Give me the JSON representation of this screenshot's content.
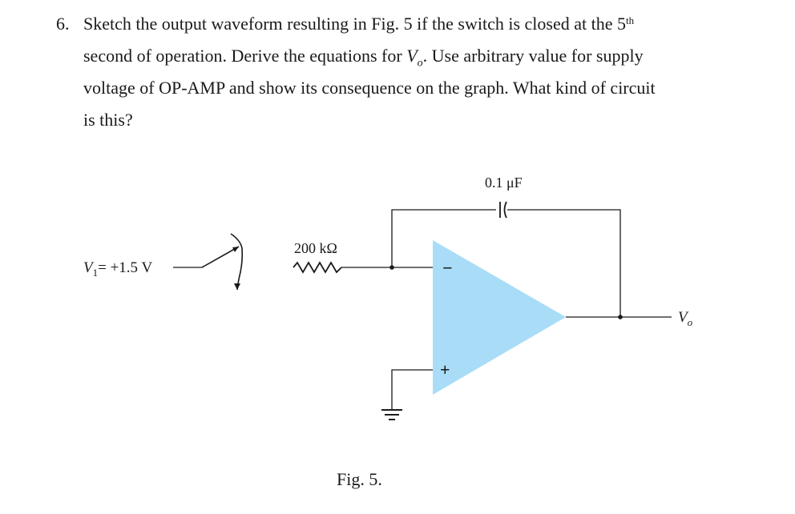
{
  "question": {
    "number": "6.",
    "line1_pre": "Sketch the output waveform resulting in Fig. 5 if the switch is closed at the 5",
    "line1_sup": "th",
    "line2_pre": "second of operation. Derive the equations for ",
    "line2_var": "V",
    "line2_var_sub": "o",
    "line2_post": ". Use arbitrary value for supply",
    "line3": "voltage of OP-AMP and show its consequence on the graph. What kind of circuit",
    "line4": "is this?"
  },
  "circuit": {
    "input_var": "V",
    "input_sub": "1",
    "input_value": "= +1.5 V",
    "resistor_label": "200 kΩ",
    "capacitor_label": "0.1 μF",
    "output_var": "V",
    "output_sub": "o",
    "inverting_sign": "−",
    "noninverting_sign": "+",
    "opamp_color": "#a9ddf7"
  },
  "caption": "Fig. 5."
}
